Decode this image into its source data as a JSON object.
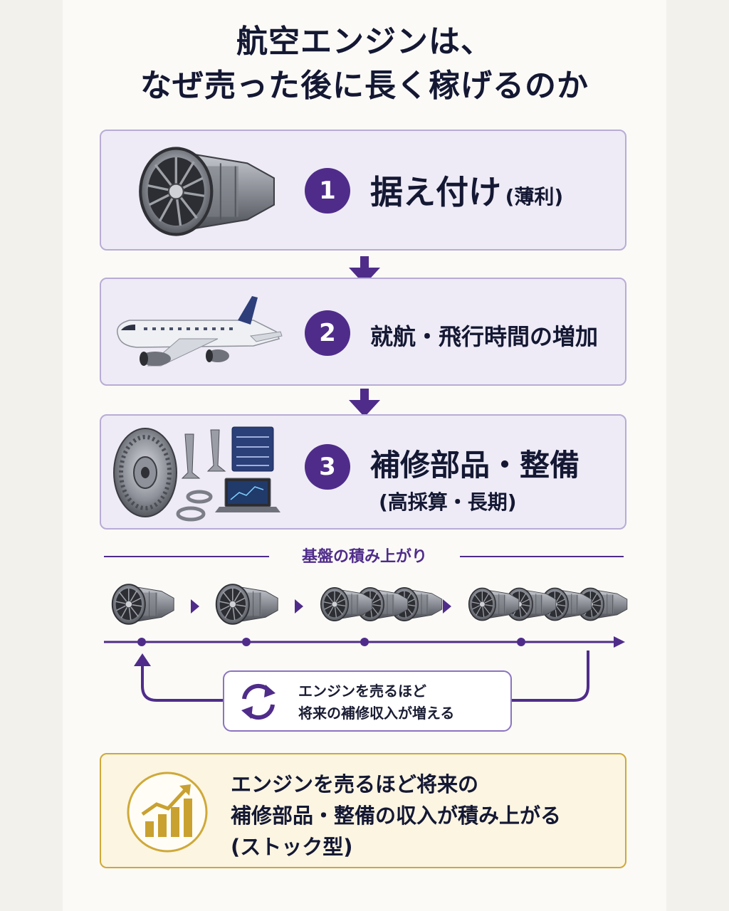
{
  "title": {
    "line1": "航空エンジンは、",
    "line2": "なぜ売った後に長く稼げるのか"
  },
  "steps": [
    {
      "number": "1",
      "label": "据え付け",
      "note": "(薄利)",
      "illustration": "jet-engine"
    },
    {
      "number": "2",
      "label": "就航・飛行時間の増加",
      "illustration": "airplane"
    },
    {
      "number": "3",
      "label": "補修部品・整備",
      "note": "(高採算・長期)",
      "illustration": "parts-and-tools"
    }
  ],
  "timeline": {
    "label": "基盤の積み上がり",
    "engine_counts": [
      1,
      1,
      3,
      4
    ]
  },
  "cycle": {
    "line1": "エンジンを売るほど",
    "line2": "将来の補修収入が増える",
    "icon": "cycle-arrows-icon"
  },
  "summary": {
    "line1": "エンジンを売るほど将来の",
    "line2": "補修部品・整備の収入が積み上がる",
    "line3": "(ストック型)",
    "icon": "growth-chart-icon"
  },
  "colors": {
    "accent": "#4f2c8a",
    "card_bg": "#eeebf6",
    "gold": "#cfa938",
    "summary_bg": "#fbf5e2"
  }
}
